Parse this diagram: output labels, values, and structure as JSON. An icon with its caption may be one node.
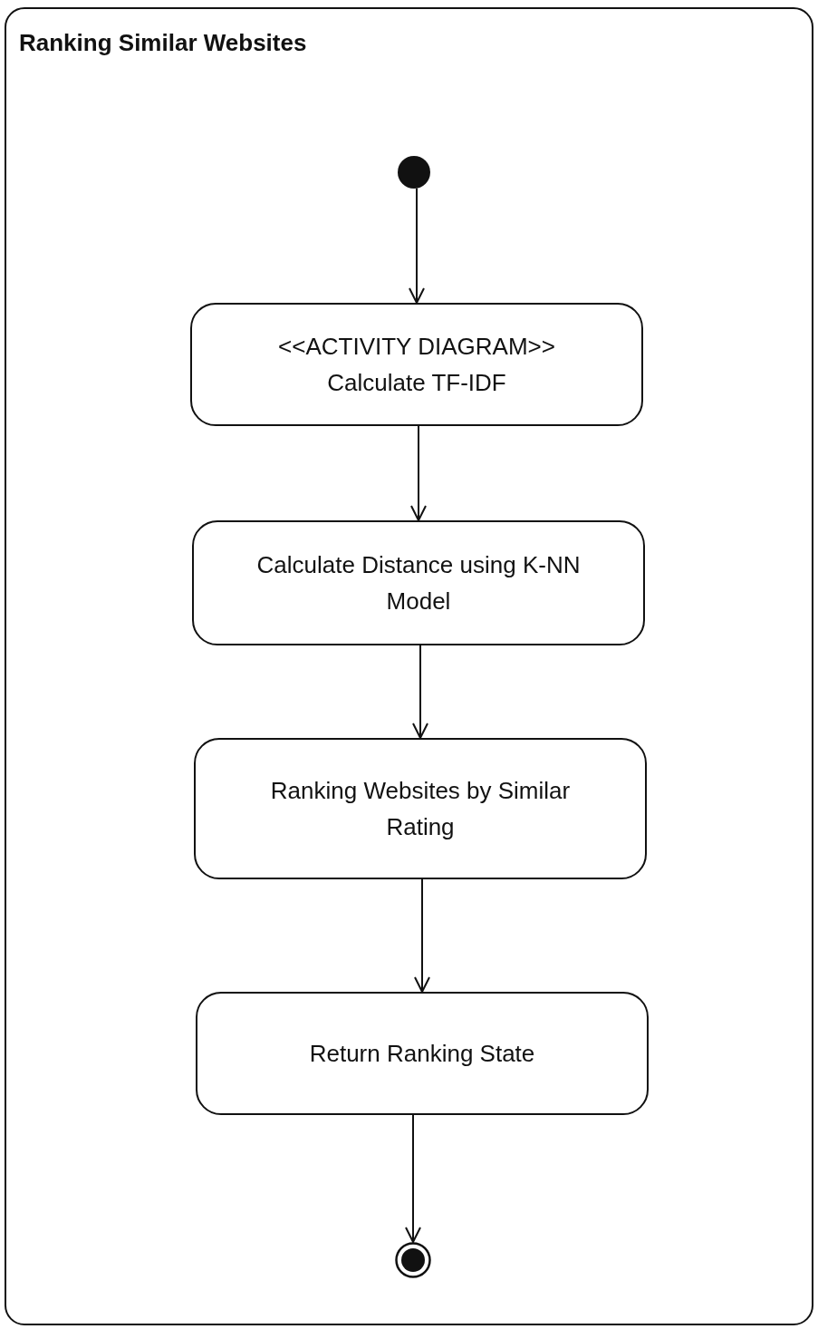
{
  "diagram": {
    "nodes": [
      {
        "text": [
          "Ranking Similar Websites"
        ]
      },
      {
        "text": [],
        "shape": "circle",
        "in": 0
      },
      {
        "text": [
          "<<ACTIVITY DIAGRAM>>",
          "Calculate TF-IDF"
        ],
        "in": 0
      },
      {
        "text": [
          "Calculate Distance using K-NN Model"
        ],
        "in": 0
      },
      {
        "text": [
          "Ranking Websites by Similar Rating"
        ],
        "in": 0
      },
      {
        "text": [
          "Return Ranking State"
        ],
        "in": 0
      },
      {
        "text": [],
        "shape": "bullseye",
        "in": 0
      }
    ],
    "edges": [
      {
        "from": 1,
        "to": 2,
        "arrow": "to"
      },
      {
        "from": 2,
        "to": 3,
        "arrow": "to"
      },
      {
        "from": 3,
        "to": 4,
        "arrow": "to"
      },
      {
        "from": 4,
        "to": 5,
        "arrow": "to"
      },
      {
        "from": 5,
        "to": 6,
        "arrow": "to"
      }
    ]
  }
}
